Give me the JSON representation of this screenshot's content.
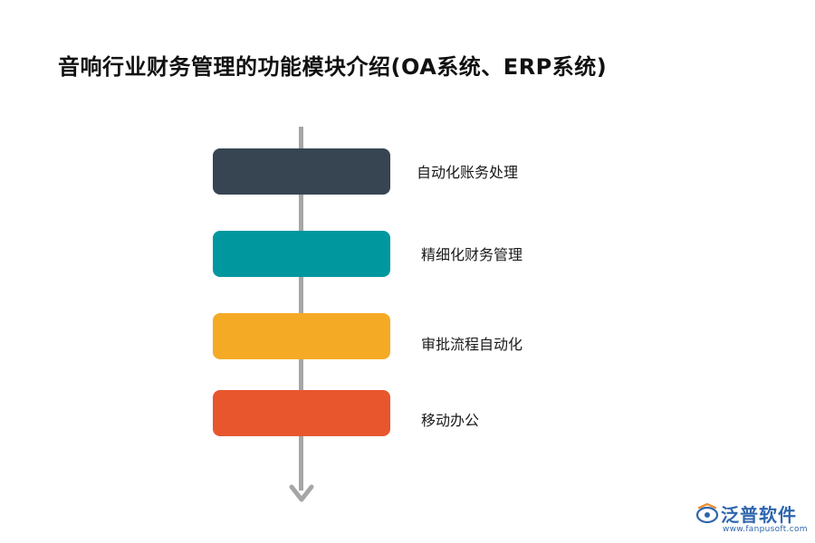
{
  "title": "音响行业财务管理的功能模块介绍(OA系统、ERP系统)",
  "steps": [
    {
      "label": "自动化账务处理",
      "color": "#374553"
    },
    {
      "label": "精细化财务管理",
      "color": "#00979f"
    },
    {
      "label": "审批流程自动化",
      "color": "#f5aa25"
    },
    {
      "label": "移动办公",
      "color": "#e8562e"
    }
  ],
  "timeline_color": "#a6a6a6",
  "logo": {
    "name": "泛普软件",
    "url": "www.fanpusoft.com",
    "icon": "fanpu-logo-icon",
    "color": "#2f66ad"
  }
}
